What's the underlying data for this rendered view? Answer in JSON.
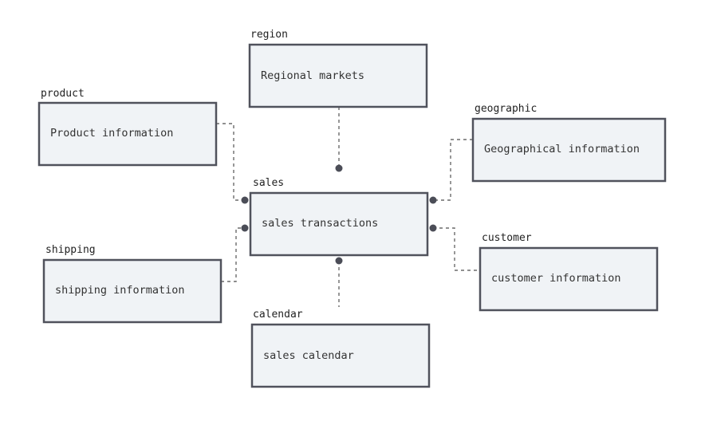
{
  "entities": [
    {
      "key": "region",
      "label": "region",
      "description": "Regional markets"
    },
    {
      "key": "product",
      "label": "product",
      "description": "Product information"
    },
    {
      "key": "geographic",
      "label": "geographic",
      "description": "Geographical information"
    },
    {
      "key": "sales",
      "label": "sales",
      "description": "sales transactions"
    },
    {
      "key": "shipping",
      "label": "shipping",
      "description": "shipping information"
    },
    {
      "key": "customer",
      "label": "customer",
      "description": "customer information"
    },
    {
      "key": "calendar",
      "label": "calendar",
      "description": "sales calendar"
    }
  ],
  "relationships": [
    {
      "from": "sales",
      "to": "region"
    },
    {
      "from": "sales",
      "to": "product"
    },
    {
      "from": "sales",
      "to": "geographic"
    },
    {
      "from": "sales",
      "to": "shipping"
    },
    {
      "from": "sales",
      "to": "customer"
    },
    {
      "from": "sales",
      "to": "calendar"
    }
  ],
  "style": {
    "box_fill": "#f0f3f6",
    "box_stroke": "#50525c",
    "connector": "#6b6b6b",
    "endpoint": "#4b4d57"
  }
}
